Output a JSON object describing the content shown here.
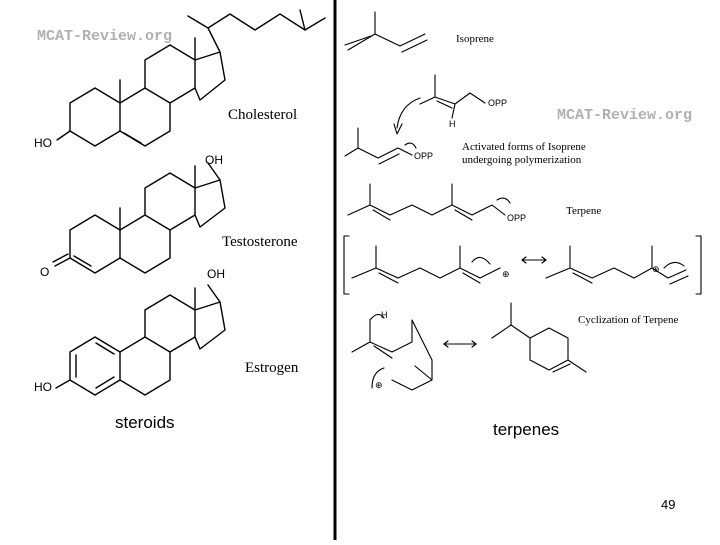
{
  "watermarks": {
    "left": "MCAT-Review.org",
    "right": "MCAT-Review.org"
  },
  "steroids": {
    "caption": "steroids",
    "molecules": [
      {
        "name": "Cholesterol",
        "label": "HO"
      },
      {
        "name": "Testosterone",
        "labels": [
          "OH",
          "O"
        ]
      },
      {
        "name": "Estrogen",
        "labels": [
          "OH",
          "HO"
        ]
      }
    ]
  },
  "terpenes": {
    "caption": "terpenes",
    "isoprene": "Isoprene",
    "activated": {
      "line1": "Activated forms of Isoprene",
      "line2": "undergoing polymerization"
    },
    "terpene": "Terpene",
    "cyclization": "Cyclization of Terpene",
    "atom_labels": {
      "opp": "OPP",
      "h": "H",
      "charge": "⊕"
    }
  },
  "page_number": "49"
}
